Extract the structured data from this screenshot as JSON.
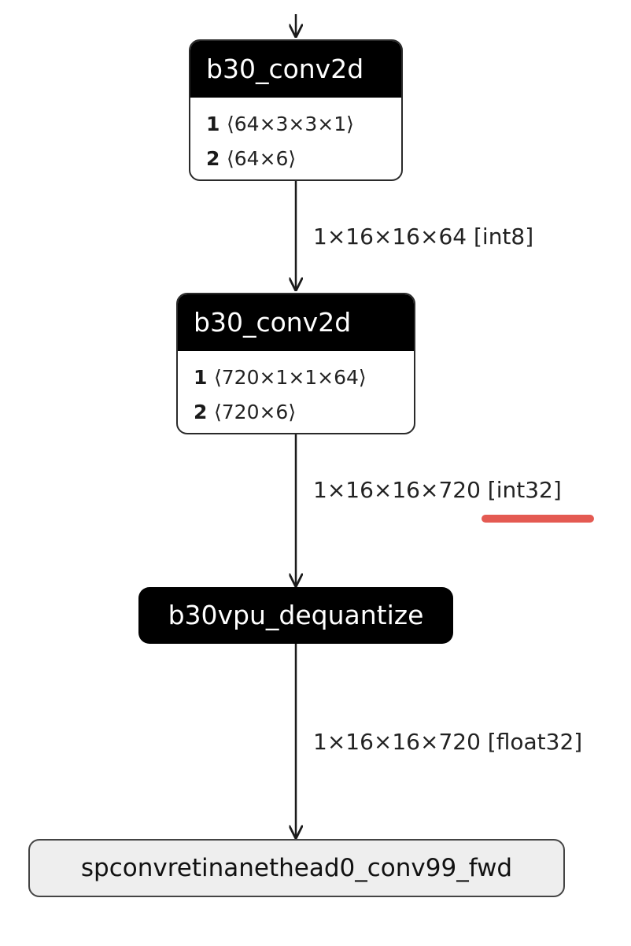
{
  "nodes": [
    {
      "title": "b30_conv2d",
      "attrs": [
        {
          "index": "1",
          "shape": "⟨64×3×3×1⟩"
        },
        {
          "index": "2",
          "shape": "⟨64×6⟩"
        }
      ]
    },
    {
      "title": "b30_conv2d",
      "attrs": [
        {
          "index": "1",
          "shape": "⟨720×1×1×64⟩"
        },
        {
          "index": "2",
          "shape": "⟨720×6⟩"
        }
      ]
    },
    {
      "title": "b30vpu_dequantize"
    },
    {
      "title": "spconvretinanethead0_conv99_fwd"
    }
  ],
  "edges": [
    {
      "label": "1×16×16×64 [int8]"
    },
    {
      "label": "1×16×16×720 [int32]",
      "highlighted": true
    },
    {
      "label": "1×16×16×720 [float32]"
    }
  ],
  "colors": {
    "node_header": "#000000",
    "output_node_fill": "#eeeeee",
    "edge_line": "#1a1a1a",
    "highlight_underline": "#e45a52"
  }
}
